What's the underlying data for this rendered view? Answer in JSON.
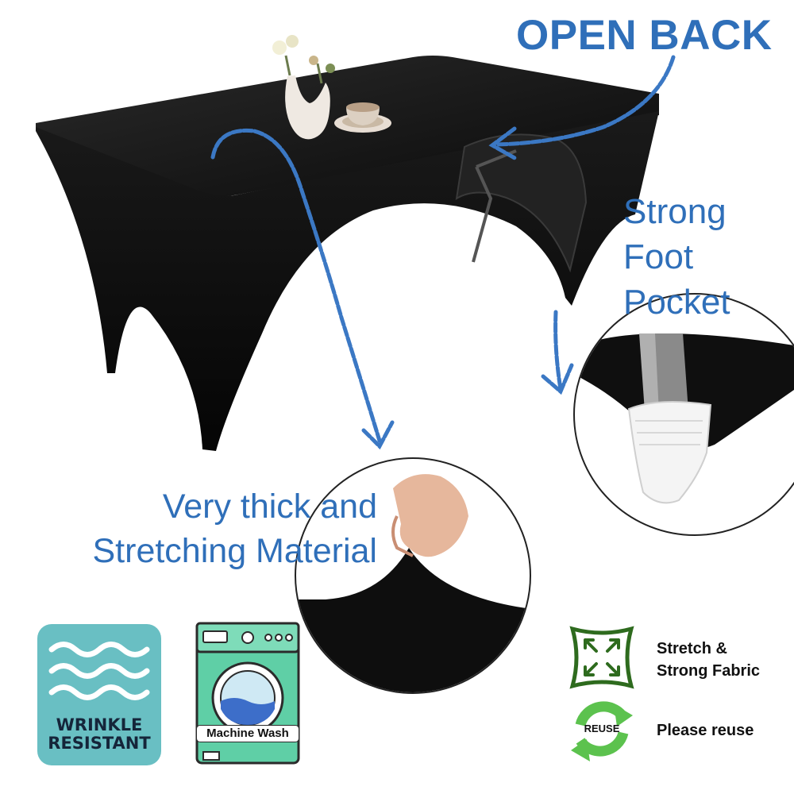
{
  "headline": "OPEN BACK",
  "callouts": {
    "foot_pocket": "Strong\nFoot\nPocket",
    "material": "Very thick and\nStretching Material"
  },
  "features": {
    "stretch_fabric": "Stretch &\nStrong Fabric",
    "reuse": "Please reuse",
    "reuse_badge": "REUSE",
    "wrinkle_resistant": "WRINKLE\nRESISTANT",
    "machine_wash": "Machine Wash"
  },
  "colors": {
    "accent_blue": "#2f6fb9",
    "arrow_blue": "#3b78c4",
    "cover_black": "#101010",
    "wrinkle_teal": "#69bfc3",
    "washer_green": "#5fcfa6",
    "reuse_green": "#5cc24e",
    "stretch_icon_green": "#2e6b1e"
  },
  "icons": [
    "wrinkle-resistant-icon",
    "washing-machine-icon",
    "stretch-arrows-icon",
    "recycle-icon"
  ]
}
